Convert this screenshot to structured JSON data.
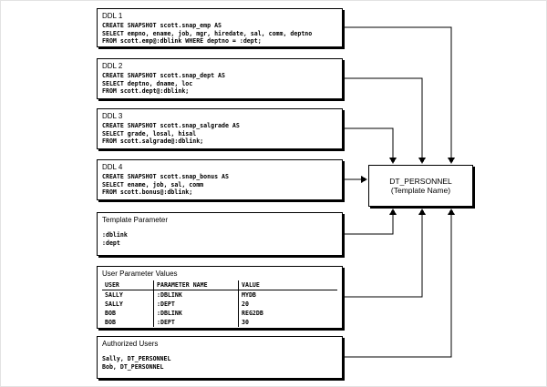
{
  "colors": {
    "line": "#000000",
    "background": "#ffffff"
  },
  "diagram": {
    "ddl1": {
      "title": "DDL 1",
      "lines": [
        "CREATE SNAPSHOT scott.snap_emp AS",
        "SELECT empno, ename, job, mgr, hiredate, sal, comm, deptno",
        "FROM scott.emp@:dblink WHERE deptno = :dept;"
      ]
    },
    "ddl2": {
      "title": "DDL 2",
      "lines": [
        "CREATE SNAPSHOT scott.snap_dept AS",
        "SELECT deptno, dname, loc",
        "FROM scott.dept@:dblink;"
      ]
    },
    "ddl3": {
      "title": "DDL 3",
      "lines": [
        "CREATE SNAPSHOT scott.snap_salgrade AS",
        "SELECT grade, losal, hisal",
        "FROM scott.salgrade@:dblink;"
      ]
    },
    "ddl4": {
      "title": "DDL 4",
      "lines": [
        "CREATE SNAPSHOT scott.snap_bonus AS",
        "SELECT ename, job, sal, comm",
        "FROM scott.bonus@:dblink;"
      ]
    },
    "template_parameter": {
      "title": "Template Parameter",
      "lines": [
        ":dblink",
        ":dept"
      ]
    },
    "user_parameter_values": {
      "title": "User Parameter Values",
      "headers": [
        "USER",
        "PARAMETER NAME",
        "VALUE"
      ],
      "rows": [
        [
          "SALLY",
          ":DBLINK",
          "MYDB"
        ],
        [
          "SALLY",
          ":DEPT",
          "20"
        ],
        [
          "BOB",
          ":DBLINK",
          "REG2DB"
        ],
        [
          "BOB",
          ":DEPT",
          "30"
        ]
      ]
    },
    "authorized_users": {
      "title": "Authorized Users",
      "lines": [
        "Sally, DT_PERSONNEL",
        "Bob, DT_PERSONNEL"
      ]
    },
    "template_box": {
      "line1": "DT_PERSONNEL",
      "line2": "(Template Name)"
    }
  }
}
